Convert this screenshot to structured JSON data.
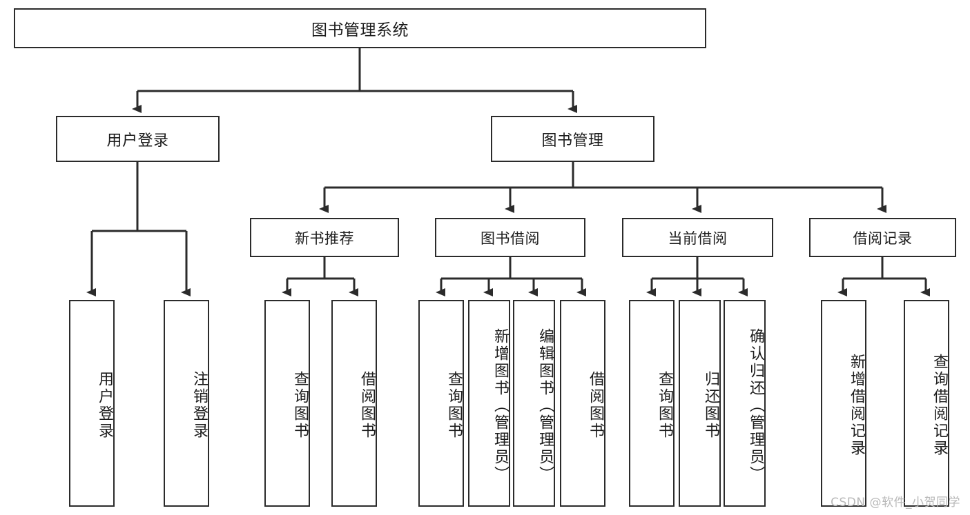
{
  "diagram": {
    "title": "图书管理系统",
    "type": "hierarchy-tree",
    "watermark": "CSDN @软件_小贺同学",
    "colors": {
      "stroke": "#2b2b2b",
      "fill": "#ffffff",
      "text": "#1c1c1c",
      "watermark": "#b8b8b8"
    },
    "root": {
      "label": "图书管理系统"
    },
    "level2": [
      {
        "label": "用户登录"
      },
      {
        "label": "图书管理"
      }
    ],
    "level3": [
      {
        "label": "新书推荐"
      },
      {
        "label": "图书借阅"
      },
      {
        "label": "当前借阅"
      },
      {
        "label": "借阅记录"
      }
    ],
    "leaves": {
      "user_login": [
        {
          "label": "用户登录"
        },
        {
          "label": "注销登录"
        }
      ],
      "new_book_recommend": [
        {
          "label": "查询图书"
        },
        {
          "label": "借阅图书"
        }
      ],
      "book_borrow": [
        {
          "label": "查询图书"
        },
        {
          "label": "新增图书（管理员）"
        },
        {
          "label": "编辑图书（管理员）"
        },
        {
          "label": "借阅图书"
        }
      ],
      "current_borrow": [
        {
          "label": "查询图书"
        },
        {
          "label": "归还图书"
        },
        {
          "label": "确认归还（管理员）"
        }
      ],
      "borrow_record": [
        {
          "label": "新增借阅记录"
        },
        {
          "label": "查询借阅记录"
        }
      ]
    }
  }
}
